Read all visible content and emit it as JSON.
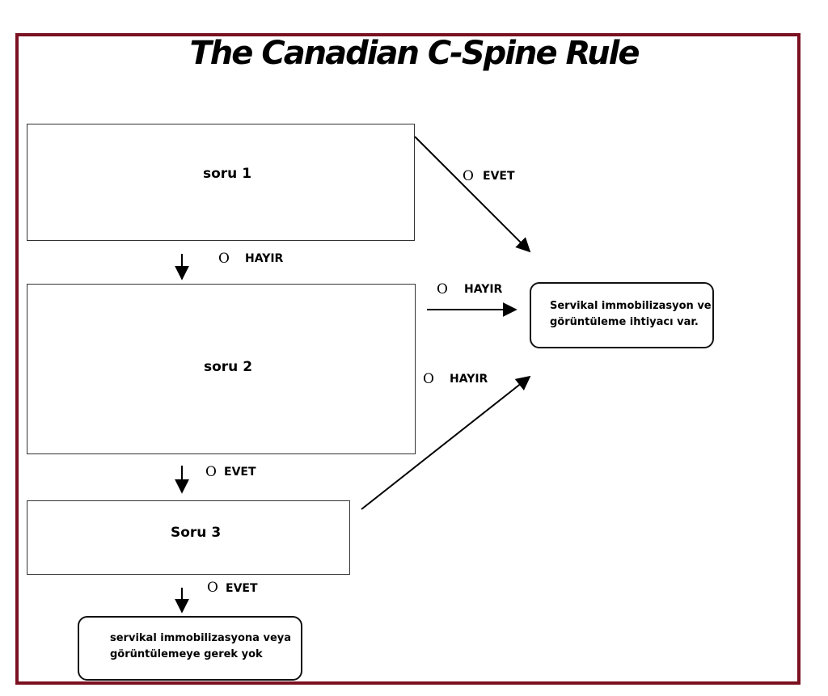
{
  "title": "The Canadian C-Spine Rule",
  "questions": {
    "q1": "soru 1",
    "q2": "soru 2",
    "q3": "Soru 3"
  },
  "results": {
    "imaging_needed_line1": "Servikal immobilizasyon ve",
    "imaging_needed_line2": "görüntüleme ihtiyacı var.",
    "no_imaging_line1": "servikal immobilizasyona veya",
    "no_imaging_line2": "görüntülemeye gerek yok"
  },
  "labels": {
    "q1_to_result": "EVET",
    "q1_to_q2": "HAYIR",
    "q2_to_result": "HAYIR",
    "q3_to_result": "HAYIR",
    "q2_to_q3": "EVET",
    "q3_to_end": "EVET",
    "option_marker": "O"
  },
  "colors": {
    "frame": "#7a1020"
  }
}
